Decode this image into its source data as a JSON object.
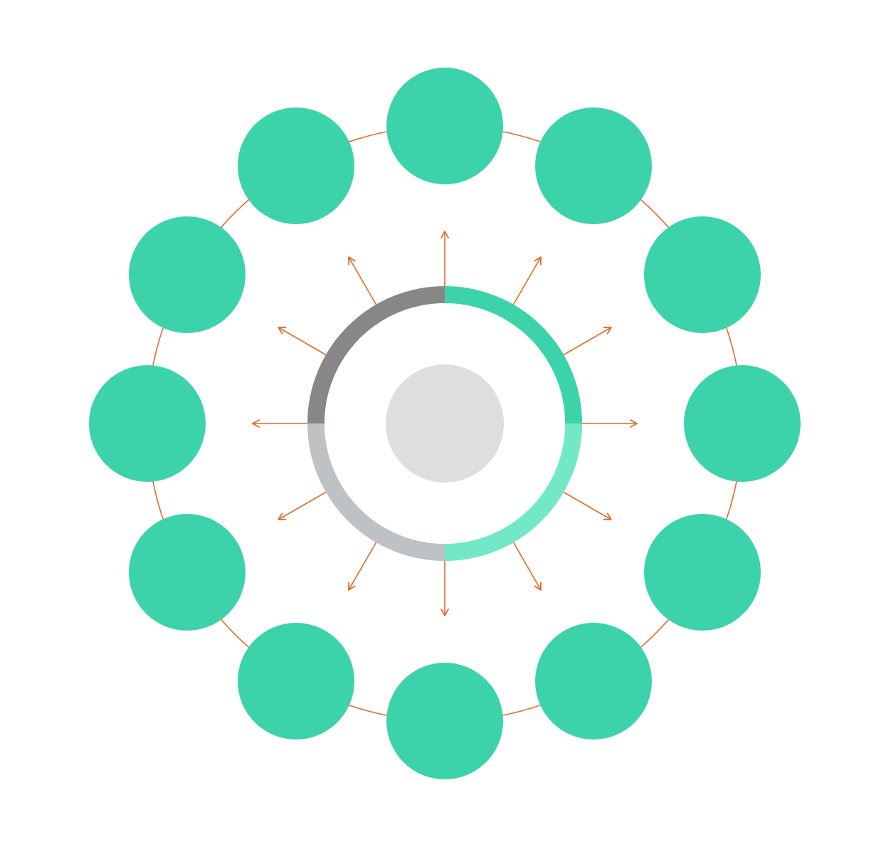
{
  "diagram": {
    "satellite_count": 12,
    "arrow_count": 12,
    "ring_segment_count": 4
  },
  "colors": {
    "background": "#ffffff",
    "satellite": "#3dd3aa",
    "orbit_line": "#e8692a",
    "arrow": "#e8692a",
    "center_disc": "#dedede",
    "center_fill": "#ffffff",
    "ring_segments": [
      "#3dd3aa",
      "#72e8c6",
      "#bfc2c5",
      "#878787"
    ]
  }
}
